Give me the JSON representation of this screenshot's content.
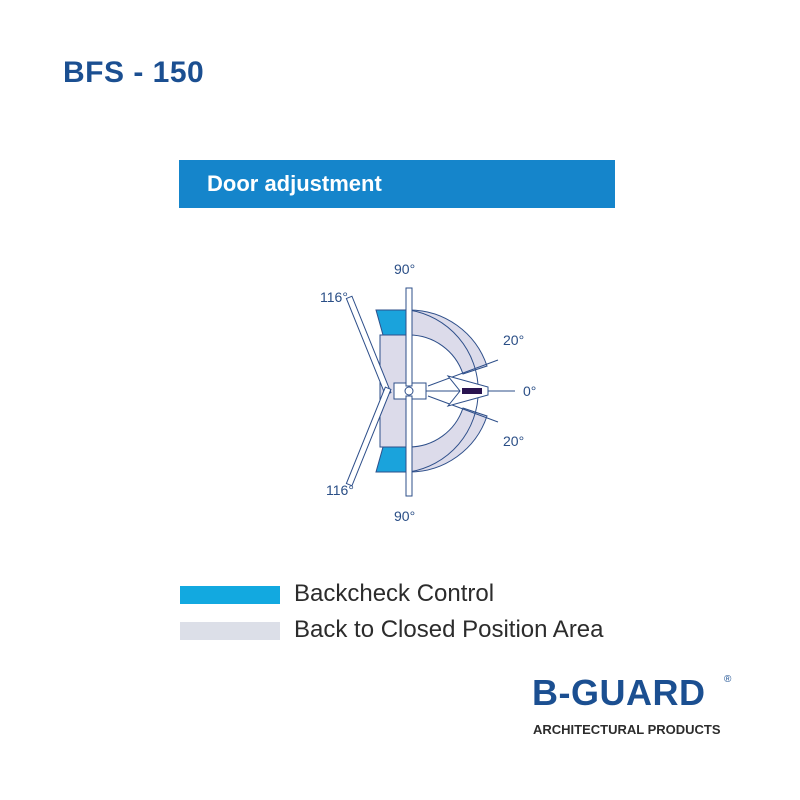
{
  "page": {
    "model": "BFS - 150",
    "section_title": "Door adjustment"
  },
  "diagram": {
    "angle_labels": {
      "top_90": "90°",
      "top_116": "116°",
      "upper_20": "20°",
      "zero": "0°",
      "lower_20": "20°",
      "bottom_116": "116°",
      "bottom_90": "90°"
    },
    "colors": {
      "backcheck": "#1aa3dc",
      "closing_area": "#dcdbea",
      "line": "#2e4f8a"
    }
  },
  "legend": {
    "items": [
      {
        "label": "Backcheck Control",
        "color": "#12a9e0"
      },
      {
        "label": "Back to Closed Position Area",
        "color": "#dcdfe8"
      }
    ]
  },
  "brand": {
    "name": "B-GUARD",
    "registered": "®",
    "tagline": "ARCHITECTURAL PRODUCTS"
  }
}
